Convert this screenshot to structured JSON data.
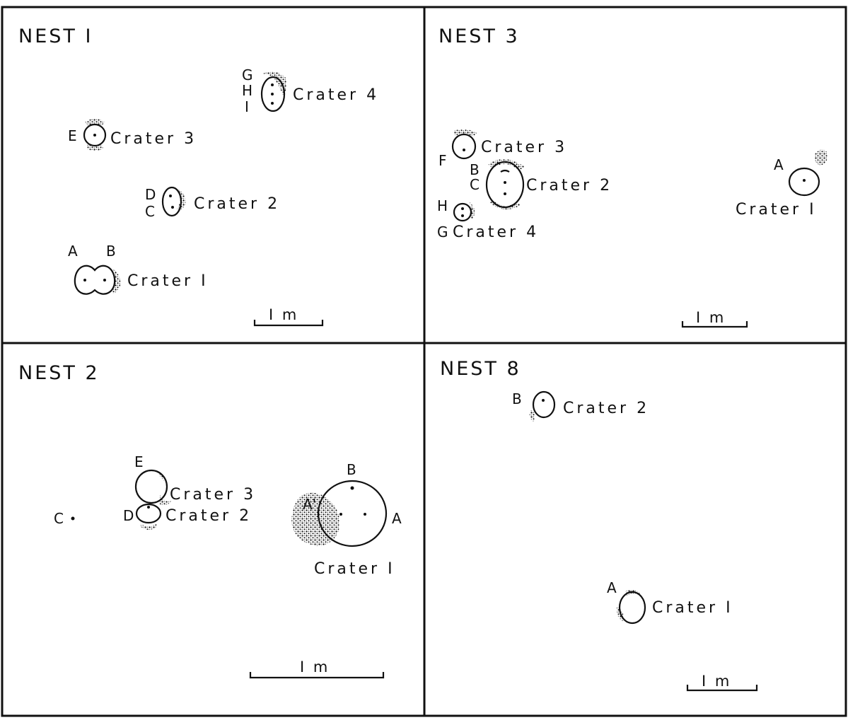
{
  "panels": [
    {
      "title": "NEST I",
      "scale": "I m",
      "craters": [
        {
          "label": "Crater 4",
          "letters": [
            "G",
            "H",
            "I"
          ]
        },
        {
          "label": "Crater 3",
          "letters": [
            "E"
          ]
        },
        {
          "label": "Crater 2",
          "letters": [
            "D",
            "C"
          ]
        },
        {
          "label": "Crater I",
          "letters": [
            "A",
            "B"
          ]
        }
      ]
    },
    {
      "title": "NEST 3",
      "scale": "I m",
      "craters": [
        {
          "label": "Crater 3",
          "letters": [
            "F"
          ]
        },
        {
          "label": "Crater 2",
          "letters": [
            "B",
            "C"
          ]
        },
        {
          "label": "Crater 4",
          "letters": [
            "H",
            "G"
          ]
        },
        {
          "label": "Crater I",
          "letters": [
            "A"
          ]
        }
      ]
    },
    {
      "title": "NEST 2",
      "scale": "I m",
      "craters": [
        {
          "label": "Crater 3",
          "letters": [
            "E"
          ]
        },
        {
          "label": "Crater 2",
          "letters": [
            "D"
          ]
        },
        {
          "label": "Crater I",
          "letters": [
            "B",
            "A'",
            "A"
          ]
        }
      ],
      "points": [
        {
          "label": "C"
        }
      ]
    },
    {
      "title": "NEST 8",
      "scale": "I m",
      "craters": [
        {
          "label": "Crater 2",
          "letters": [
            "B"
          ]
        },
        {
          "label": "Crater I",
          "letters": [
            "A"
          ]
        }
      ]
    }
  ]
}
